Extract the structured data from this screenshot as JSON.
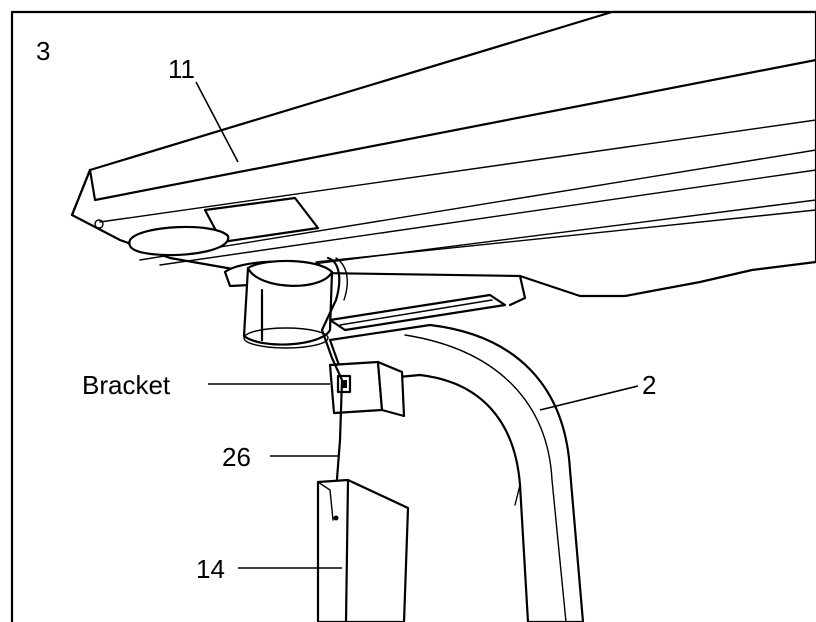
{
  "step_number": "3",
  "callouts": {
    "part_11": "11",
    "part_2": "2",
    "part_26": "26",
    "part_14": "14",
    "bracket": "Bracket"
  }
}
